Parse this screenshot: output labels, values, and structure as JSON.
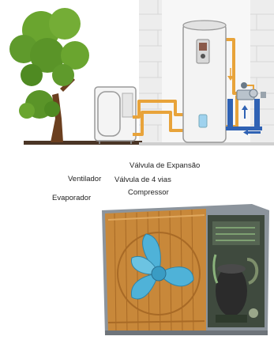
{
  "labels": {
    "expansion_valve": "Válvula de Expansão",
    "fan": "Ventilador",
    "four_way_valve": "Válvula de 4 vias",
    "compressor": "Compressor",
    "evaporator": "Evaporador"
  },
  "colors": {
    "pipe": "#e8a33a",
    "water_loop": "#2f62b4",
    "tree_foliage": "#5f9a2c",
    "trunk": "#6b3f1f",
    "wall": "#ececec",
    "fan": "#4fb2d8",
    "coil": "#c8883a"
  }
}
